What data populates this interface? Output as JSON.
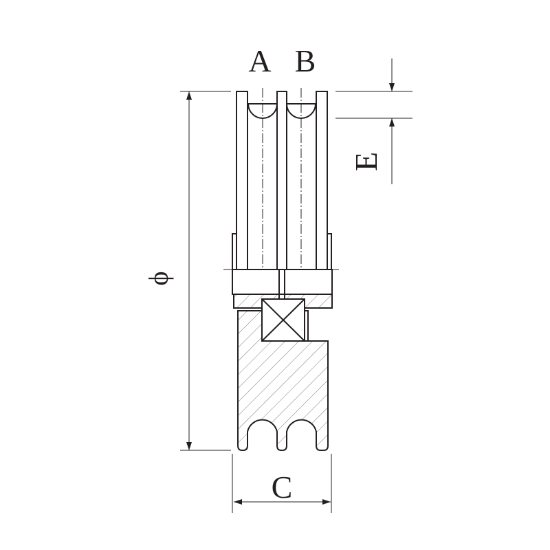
{
  "drawing": {
    "labels": {
      "groove_a": "A",
      "groove_b": "B",
      "diameter": "ϕ",
      "groove_depth": "E",
      "width": "C"
    },
    "colors": {
      "line": "#231f20",
      "background": "#ffffff"
    }
  }
}
